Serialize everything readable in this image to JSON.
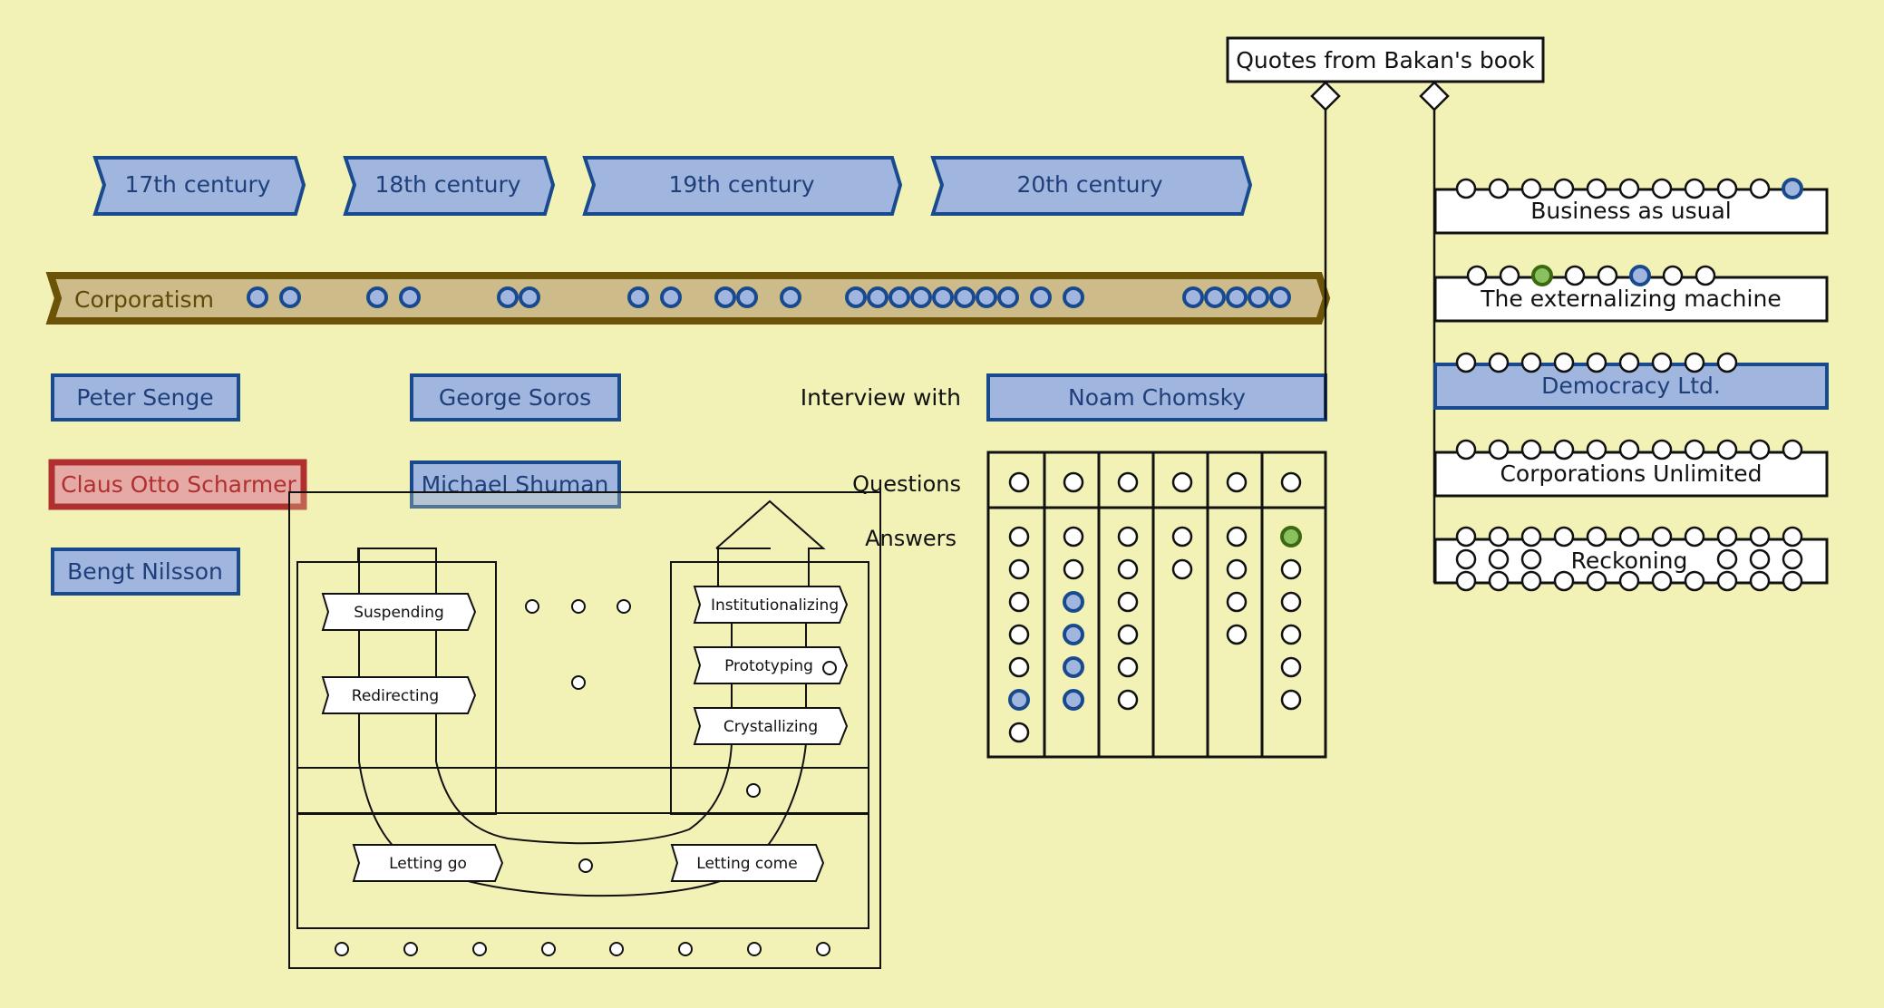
{
  "centuries": [
    {
      "label": "17th century"
    },
    {
      "label": "18th century"
    },
    {
      "label": "19th century"
    },
    {
      "label": "20th century"
    }
  ],
  "timeline": {
    "label": "Corporatism"
  },
  "people": [
    {
      "label": "Peter Senge",
      "style": "blue"
    },
    {
      "label": "George Soros",
      "style": "blue"
    },
    {
      "label": "Claus Otto Scharmer",
      "style": "red"
    },
    {
      "label": "Michael Shuman",
      "style": "blue"
    },
    {
      "label": "Bengt Nilsson",
      "style": "blue"
    }
  ],
  "interview": {
    "prefix": "Interview with",
    "name": "Noam Chomsky",
    "questions_label": "Questions",
    "answers_label": "Answers"
  },
  "quotes": {
    "title": "Quotes from Bakan's book",
    "items": [
      {
        "label": "Business as usual"
      },
      {
        "label": "The externalizing machine"
      },
      {
        "label": "Democracy Ltd."
      },
      {
        "label": "Corporations Unlimited"
      },
      {
        "label": "Reckoning"
      }
    ]
  },
  "u_process": {
    "left": [
      "Suspending",
      "Redirecting"
    ],
    "right": [
      "Institutionalizing",
      "Prototyping",
      "Crystallizing"
    ],
    "bottom_left": "Letting go",
    "bottom_right": "Letting come"
  },
  "colors": {
    "background": "#f3f2b6",
    "blue_fill": "#a0b6de",
    "blue_border": "#1a4a8e",
    "red_fill": "#e6aaa6",
    "red_border": "#b03030",
    "timeline_fill": "#cdbb8a",
    "timeline_border": "#6b5408",
    "green_dot": "#8cbf60"
  }
}
